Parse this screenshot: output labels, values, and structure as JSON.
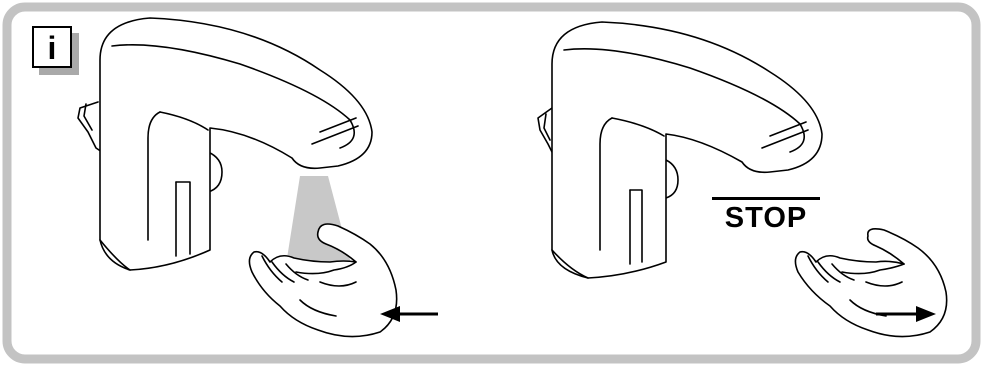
{
  "badge": {
    "letter": "i",
    "icon": "info-icon"
  },
  "scene_left": {
    "faucet_icon": "sensor-faucet-icon",
    "sensor_beam": "sensor-beam",
    "hand_icon": "hand-icon",
    "arrow_icon": "arrow-left-icon"
  },
  "scene_right": {
    "faucet_icon": "sensor-faucet-icon",
    "stop_label": "STOP",
    "hand_icon": "hand-icon",
    "arrow_icon": "arrow-right-icon"
  },
  "colors": {
    "frame": "#c3c3c3",
    "badge_shadow": "#a9a9a9",
    "beam": "#c8c8c8",
    "line": "#000000"
  }
}
